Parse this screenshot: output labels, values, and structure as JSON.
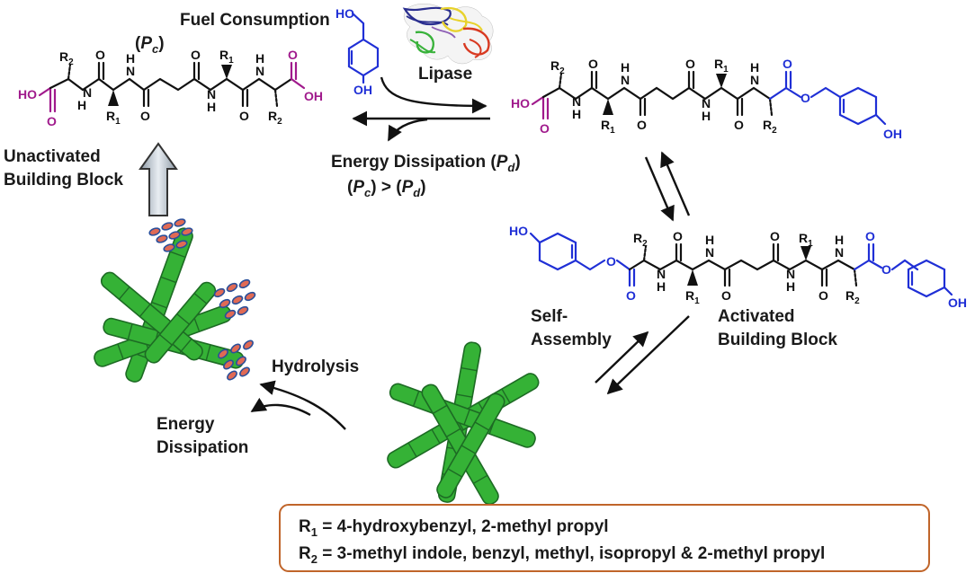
{
  "labels": {
    "fuel_consumption": "Fuel Consumption",
    "fuel_symbol": "P",
    "fuel_sub": "c",
    "lipase": "Lipase",
    "energy_dissipation_top": "Energy Dissipation",
    "ed_symbol": "P",
    "ed_sub": "d",
    "inequality_left_symbol": "P",
    "inequality_left_sub": "c",
    "inequality_op": ">",
    "inequality_right_symbol": "P",
    "inequality_right_sub": "d",
    "unactivated_line1": "Unactivated",
    "unactivated_line2": "Building Block",
    "self_assembly_line1": "Self-",
    "self_assembly_line2": "Assembly",
    "activated_line1": "Activated",
    "activated_line2": "Building Block",
    "hydrolysis": "Hydrolysis",
    "energy_dissipation_bottom_line1": "Energy",
    "energy_dissipation_bottom_line2": "Dissipation"
  },
  "atoms": {
    "O": "O",
    "OH": "OH",
    "HO": "HO",
    "N": "N",
    "H": "H",
    "R": "R",
    "one": "1",
    "two": "2"
  },
  "legend": {
    "r1_symbol": "R",
    "r1_sub": "1",
    "r1_text": " = 4-hydroxybenzyl, 2-methyl propyl",
    "r2_symbol": "R",
    "r2_sub": "2",
    "r2_text": " = 3-methyl indole, benzyl, methyl, isopropyl & 2-methyl propyl"
  },
  "colors": {
    "acid_magenta": "#a01a8c",
    "ester_blue": "#1f2fd6",
    "fiber_green": "#35b236",
    "fiber_edge": "#1d6b24",
    "particle_red": "#e06a55",
    "particle_edge": "#2a4f9a",
    "legend_border": "#c0652a"
  }
}
